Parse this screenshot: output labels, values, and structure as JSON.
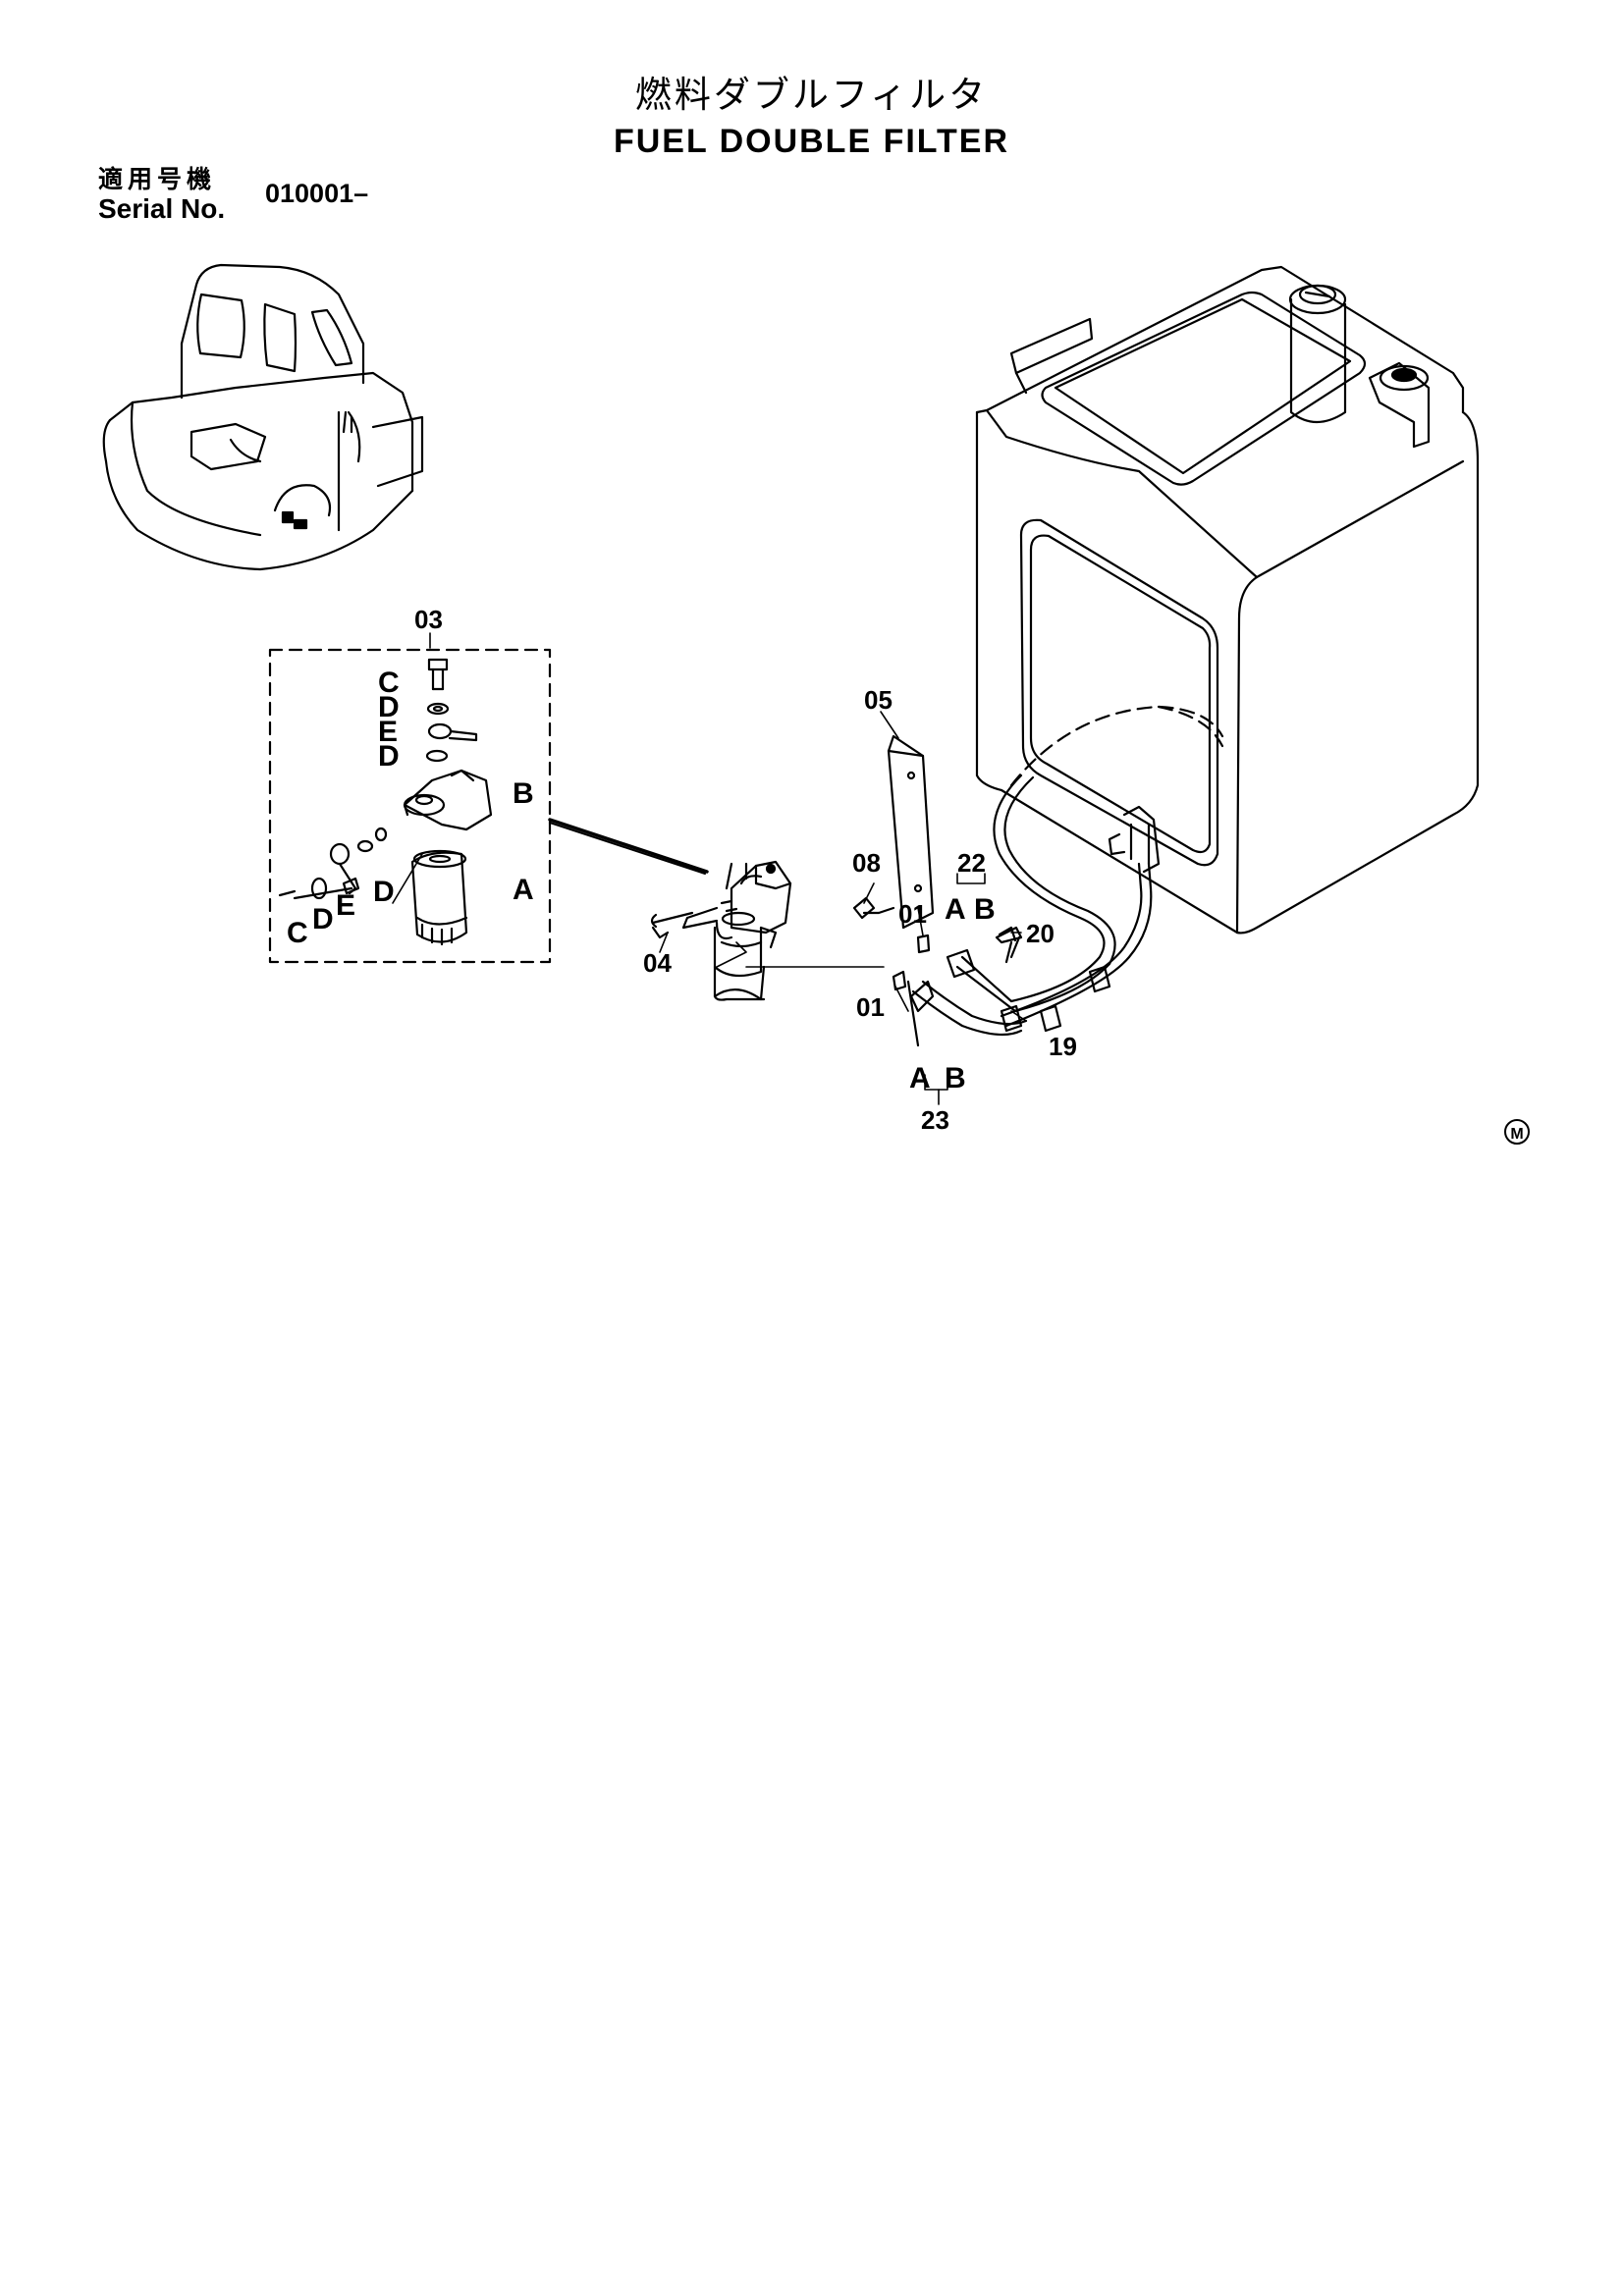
{
  "title_jp": "燃料ダブルフィルタ",
  "title_en": "FUEL DOUBLE FILTER",
  "serial": {
    "label_jp": "適用号機",
    "label_en": "Serial No.",
    "value": "010001–"
  },
  "callouts": {
    "c03": "03",
    "c05": "05",
    "c08": "08",
    "c22": "22",
    "c01a": "01",
    "c20": "20",
    "c04": "04",
    "c01b": "01",
    "c19": "19",
    "c23": "23",
    "bC1": "C",
    "bD1": "D",
    "bE1": "E",
    "bD2": "D",
    "bB": "B",
    "bA": "A",
    "bC2": "C",
    "bD3": "D",
    "bE2": "E",
    "bD4": "D",
    "h22A": "A",
    "h22B": "B",
    "h23A": "A",
    "h23B": "B"
  },
  "corner_mark": "M"
}
